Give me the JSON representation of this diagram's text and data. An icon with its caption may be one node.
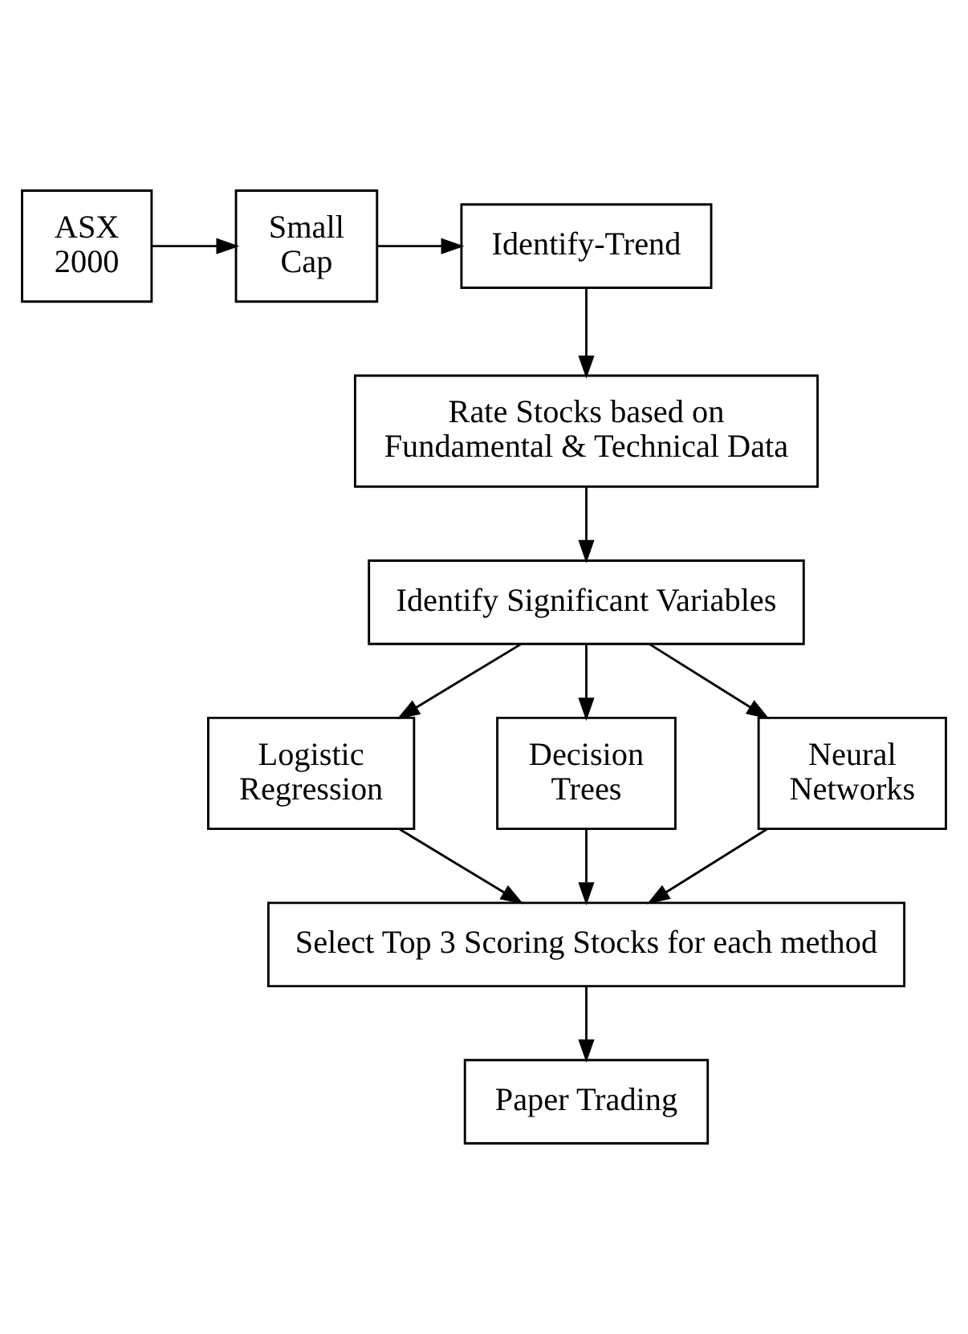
{
  "diagram": {
    "nodes": [
      {
        "text": [
          "ASX 2000"
        ]
      },
      {
        "text": [
          "Small Cap"
        ]
      },
      {
        "text": [
          "Identify-Trend"
        ]
      },
      {
        "text": [
          "Rate Stocks based on Fundamental & Technical Data"
        ]
      },
      {
        "text": [
          "Identify Significant Variables"
        ]
      },
      {
        "text": [
          "Logistic Regression"
        ]
      },
      {
        "text": [
          "Decision Trees"
        ]
      },
      {
        "text": [
          "Neural Networks"
        ]
      },
      {
        "text": [
          "Select Top 3 Scoring Stocks for each method"
        ]
      },
      {
        "text": [
          "Paper Trading"
        ]
      }
    ],
    "edges": [
      {
        "from": 0,
        "to": 1,
        "arrow": "to"
      },
      {
        "from": 1,
        "to": 2,
        "arrow": "to"
      },
      {
        "from": 2,
        "to": 3,
        "arrow": "to"
      },
      {
        "from": 3,
        "to": 4,
        "arrow": "to"
      },
      {
        "from": 4,
        "to": 5,
        "arrow": "to"
      },
      {
        "from": 4,
        "to": 6,
        "arrow": "to"
      },
      {
        "from": 4,
        "to": 7,
        "arrow": "to"
      },
      {
        "from": 5,
        "to": 8,
        "arrow": "to"
      },
      {
        "from": 6,
        "to": 8,
        "arrow": "to"
      },
      {
        "from": 7,
        "to": 8,
        "arrow": "to"
      },
      {
        "from": 8,
        "to": 9,
        "arrow": "to"
      }
    ]
  }
}
